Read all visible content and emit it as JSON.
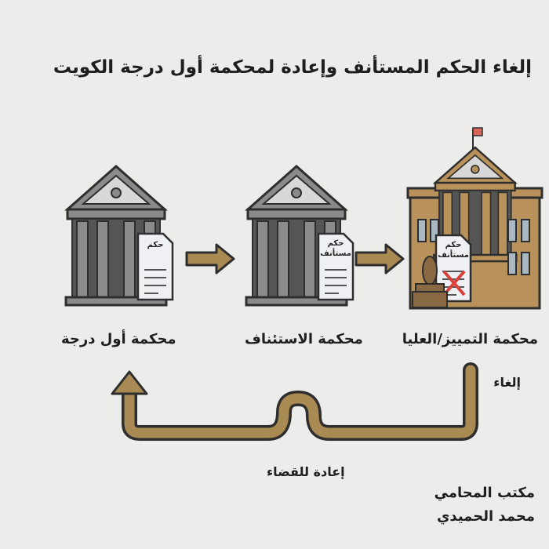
{
  "title": "إلغاء الحكم المستأنف وإعادة لمحكمة أول درجة الكويت",
  "courts": [
    {
      "label": "محكمة أول درجة",
      "document_text": "حكم",
      "color": "#8b8b8b"
    },
    {
      "label": "محكمة الاستئناف",
      "document_text": "حكم مستأنف",
      "color": "#8b8b8b"
    },
    {
      "label": "محكمة التمييز/العليا",
      "document_text": "حكم مستأنف",
      "color": "#b8925a"
    }
  ],
  "annul_label": "إلغاء",
  "remand_label": "إعادة للقضاء",
  "footer": {
    "line1": "مكتب المحامي",
    "line2": "محمد الحميدي"
  },
  "colors": {
    "arrow": "#a98a52",
    "outline": "#2e2e2e",
    "cross": "#d9403a",
    "flag": "#d9645a"
  }
}
